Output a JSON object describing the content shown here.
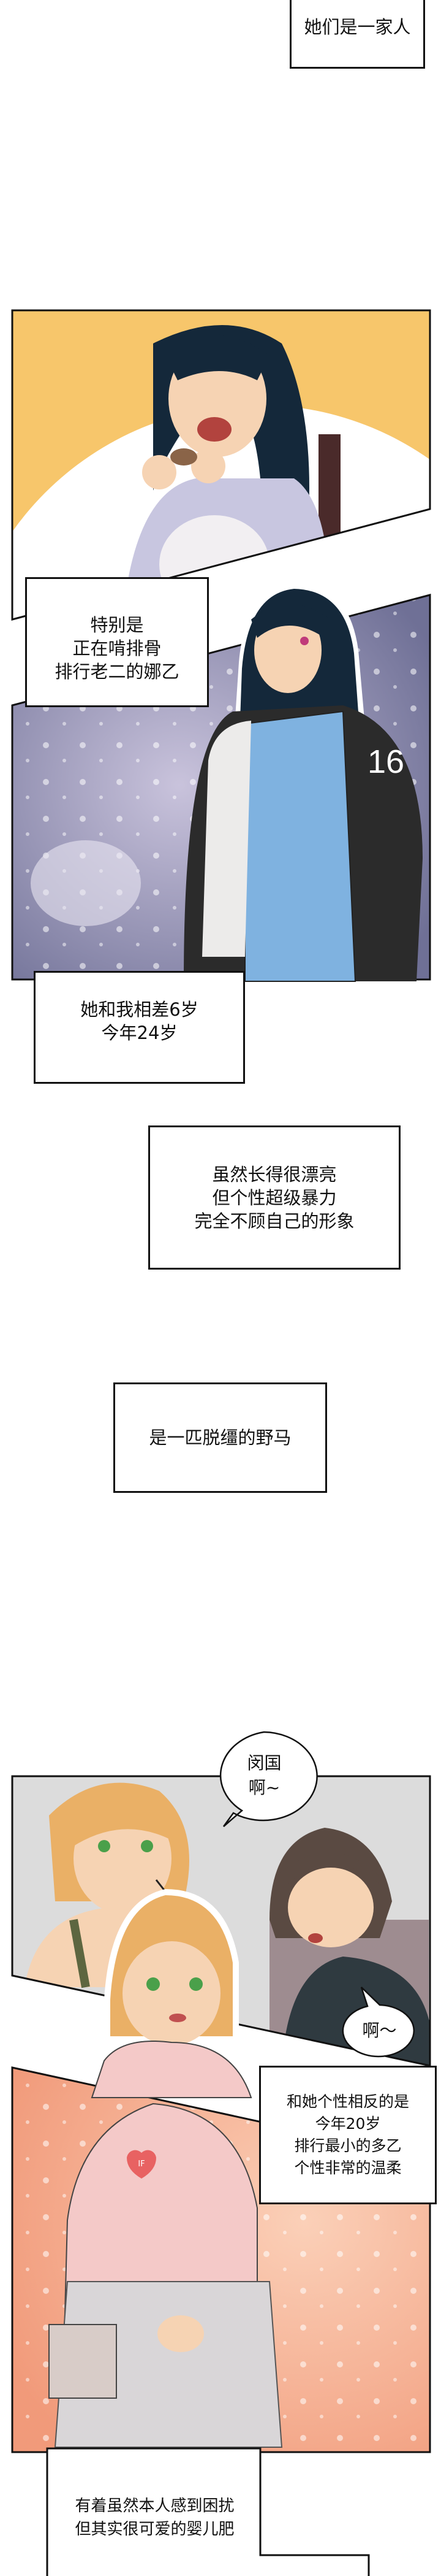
{
  "captions": {
    "family": [
      "她们是一家人"
    ],
    "second_sister": [
      "特别是",
      "正在啃排骨",
      "排行老二的娜乙"
    ],
    "age_gap": [
      "她和我相差6岁",
      "今年24岁"
    ],
    "personality": [
      "虽然长得很漂亮",
      "但个性超级暴力",
      "完全不顾自己的形象"
    ],
    "wild_horse": [
      "是一匹脱缰的野马"
    ],
    "youngest": [
      "和她个性相反的是",
      "今年20岁",
      "排行最小的多乙",
      "个性非常的温柔"
    ],
    "baby_fat": [
      "有着虽然本人感到困扰",
      "但其实很可爱的婴儿肥"
    ]
  },
  "speech": {
    "sister_call": [
      "闵国",
      "啊~"
    ],
    "boy_reply": [
      "啊～"
    ]
  },
  "art_text": {
    "jacket_number": "16",
    "hoodie_logo": "IF"
  },
  "colors": {
    "panel1_bg": "#f7c66b",
    "panel2_bg": "#8e8cb0",
    "panel3_bg": "#dcdcdc",
    "panel4_bg": "#f6a888",
    "hair_dark": "#14283a",
    "jacket_blue": "#7fb2e0",
    "hair_blond": "#eab066",
    "hoodie_pink": "#f4c9c8"
  }
}
